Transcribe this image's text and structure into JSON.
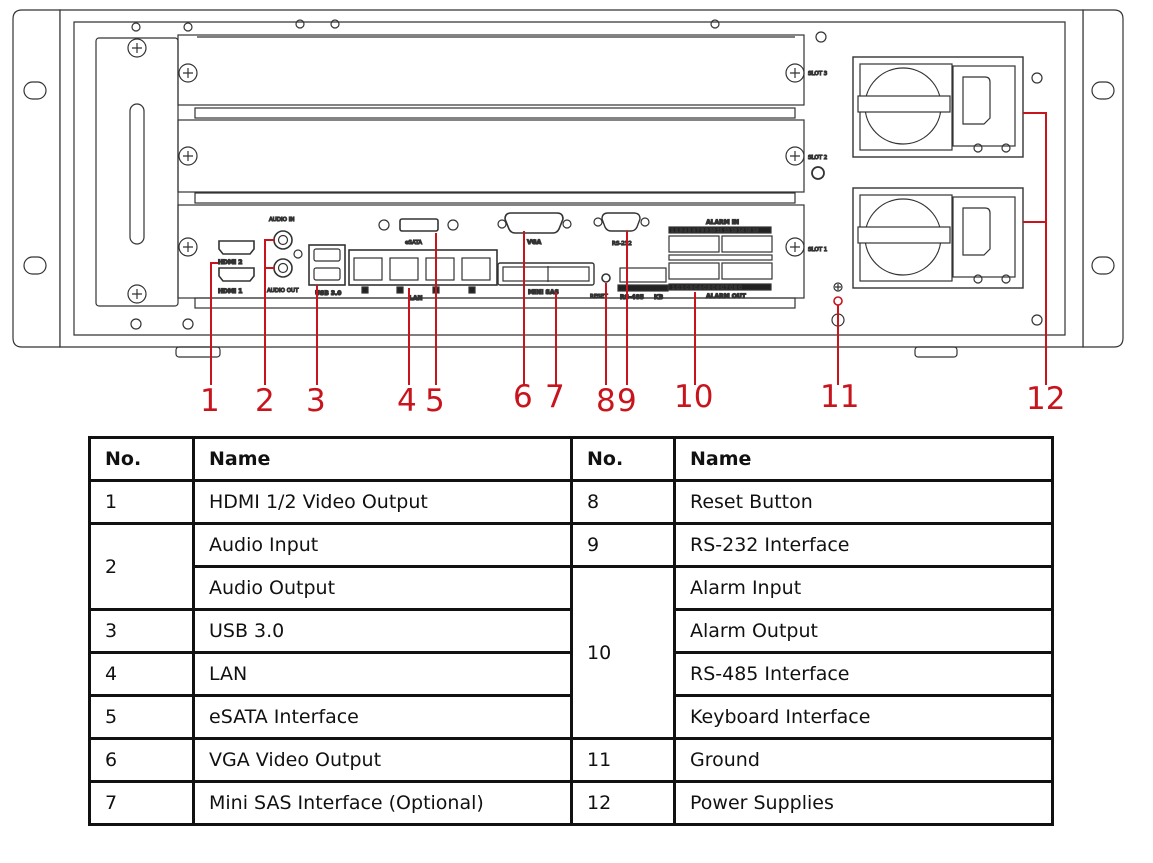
{
  "panel": {
    "labels": {
      "audio_in": "AUDIO IN",
      "audio_out": "AUDIO OUT",
      "hdmi2": "HDMI 2",
      "hdmi1": "HDMI 1",
      "usb": "USB 3.0",
      "esata": "eSATA",
      "lan": "LAN",
      "lan_ports": [
        "1",
        "2",
        "3",
        "4"
      ],
      "vga": "VGA",
      "mini_sas": "MINI SAS",
      "rs232": "RS-232",
      "reset": "RESET",
      "alarm_in": "ALARM IN",
      "alarm_in_numbers": "1 2 3 4 5 6 7 8   9 10 11 12 13 14 15 16",
      "alarm_out": "ALARM OUT",
      "alarm_out_numbers": "1 C 2 C 3 C 4 C   5 C 6 C 7 C 8 C",
      "rs485": "RS-485",
      "kb": "KB",
      "slot3": "SLOT 3",
      "slot2": "SLOT 2",
      "slot1": "SLOT 1"
    },
    "callouts": [
      "1",
      "2",
      "3",
      "4",
      "5",
      "6",
      "7",
      "8",
      "9",
      "10",
      "11",
      "12"
    ],
    "callout_color": "#c8141c"
  },
  "table": {
    "headers": [
      "No.",
      "Name",
      "No.",
      "Name"
    ],
    "left": [
      {
        "no": "1",
        "names": [
          "HDMI 1/2 Video Output"
        ]
      },
      {
        "no": "2",
        "names": [
          "Audio Input",
          "Audio Output"
        ]
      },
      {
        "no": "3",
        "names": [
          "USB 3.0"
        ]
      },
      {
        "no": "4",
        "names": [
          "LAN"
        ]
      },
      {
        "no": "5",
        "names": [
          "eSATA Interface"
        ]
      },
      {
        "no": "6",
        "names": [
          "VGA Video Output"
        ]
      },
      {
        "no": "7",
        "names": [
          "Mini SAS Interface (Optional)"
        ]
      }
    ],
    "right": [
      {
        "no": "8",
        "names": [
          "Reset Button"
        ]
      },
      {
        "no": "9",
        "names": [
          "RS-232 Interface"
        ]
      },
      {
        "no": "10",
        "names": [
          "Alarm Input",
          "Alarm Output",
          "RS-485 Interface",
          "Keyboard Interface"
        ]
      },
      {
        "no": "11",
        "names": [
          "Ground"
        ]
      },
      {
        "no": "12",
        "names": [
          "Power Supplies"
        ]
      }
    ]
  }
}
